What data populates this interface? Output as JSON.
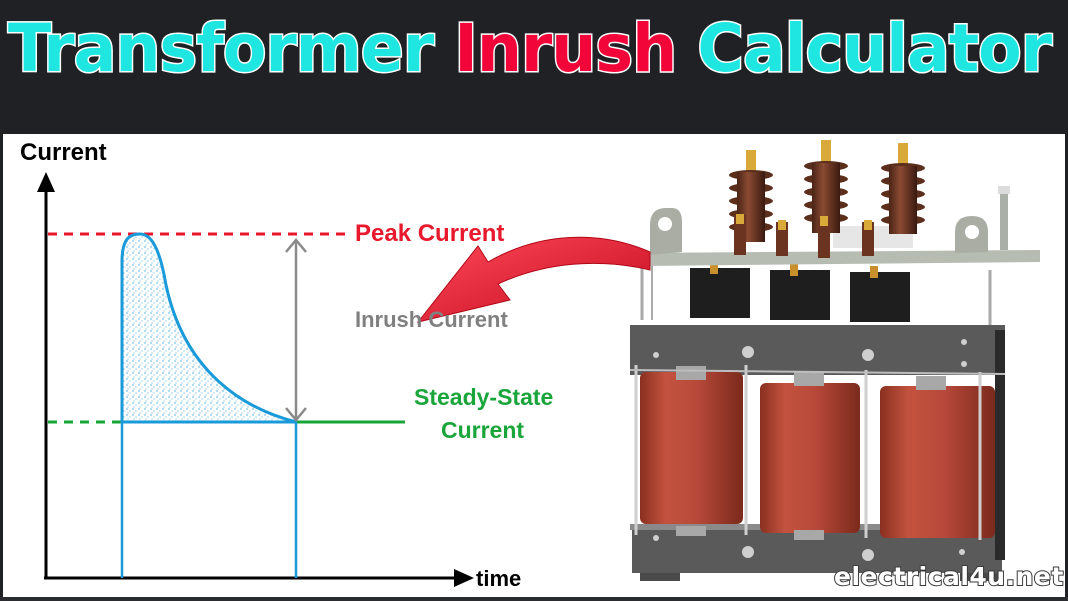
{
  "header": {
    "title_part1": "Transformer",
    "title_part2": "Inrush",
    "title_part3": "Calculator",
    "colors": {
      "cyan": "#1fe6e0",
      "red": "#f2063a",
      "background": "#1f2124"
    }
  },
  "diagram": {
    "y_axis_label": "Current",
    "x_axis_label": "time",
    "peak_label": "Peak Current",
    "inrush_label": "Inrush Current",
    "steady_label_line1": "Steady-State",
    "steady_label_line2": "Current",
    "colors": {
      "peak": "#e8192c",
      "steady": "#1aa53a",
      "curve": "#1a9ad9",
      "inrush": "#808080"
    }
  },
  "illustration": {
    "subject": "three-phase-transformer",
    "arrow_color": "#e8192c"
  },
  "watermark": "electrical4u.net"
}
